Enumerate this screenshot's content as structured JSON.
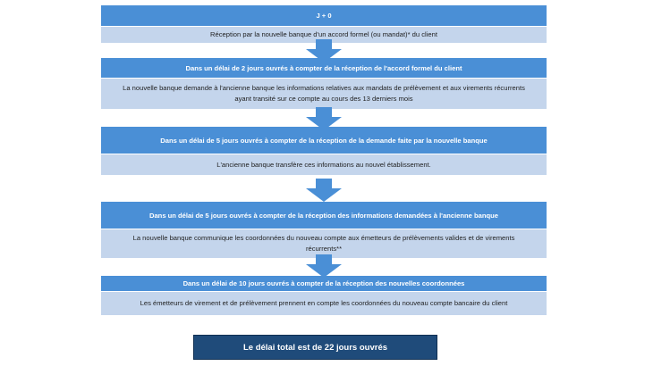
{
  "steps": [
    {
      "header": "J + 0",
      "body": "Réception par la nouvelle banque d'un accord formel (ou mandat)* du client"
    },
    {
      "header": "Dans un délai de 2 jours ouvrés à compter de la réception de l'accord formel du client",
      "body": "La nouvelle banque demande à l'ancienne banque les informations relatives aux mandats de prélèvement et aux virements récurrents ayant transité sur ce compte au cours des 13 derniers mois"
    },
    {
      "header": "Dans un délai de 5 jours ouvrés à compter de la réception de la demande faite par la nouvelle banque",
      "body": "L'ancienne banque transfère ces informations au nouvel établissement."
    },
    {
      "header": "Dans un délai de 5 jours ouvrés à compter de la réception des informations demandées à l'ancienne banque",
      "body": "La nouvelle banque communique les coordonnées du nouveau compte aux émetteurs de prélèvements valides et de virements récurrents**"
    },
    {
      "header": "Dans un délai de 10 jours ouvrés à compter de la réception des nouvelles coordonnées",
      "body": "Les émetteurs de virement et de prélèvement prennent en compte les coordonnées du nouveau compte bancaire du client"
    }
  ],
  "total": "Le délai total est de 22 jours ouvrés",
  "colors": {
    "header": "#4a8fd6",
    "body": "#c4d5ec",
    "arrow": "#4a8fd6",
    "total": "#1f4b7a"
  }
}
